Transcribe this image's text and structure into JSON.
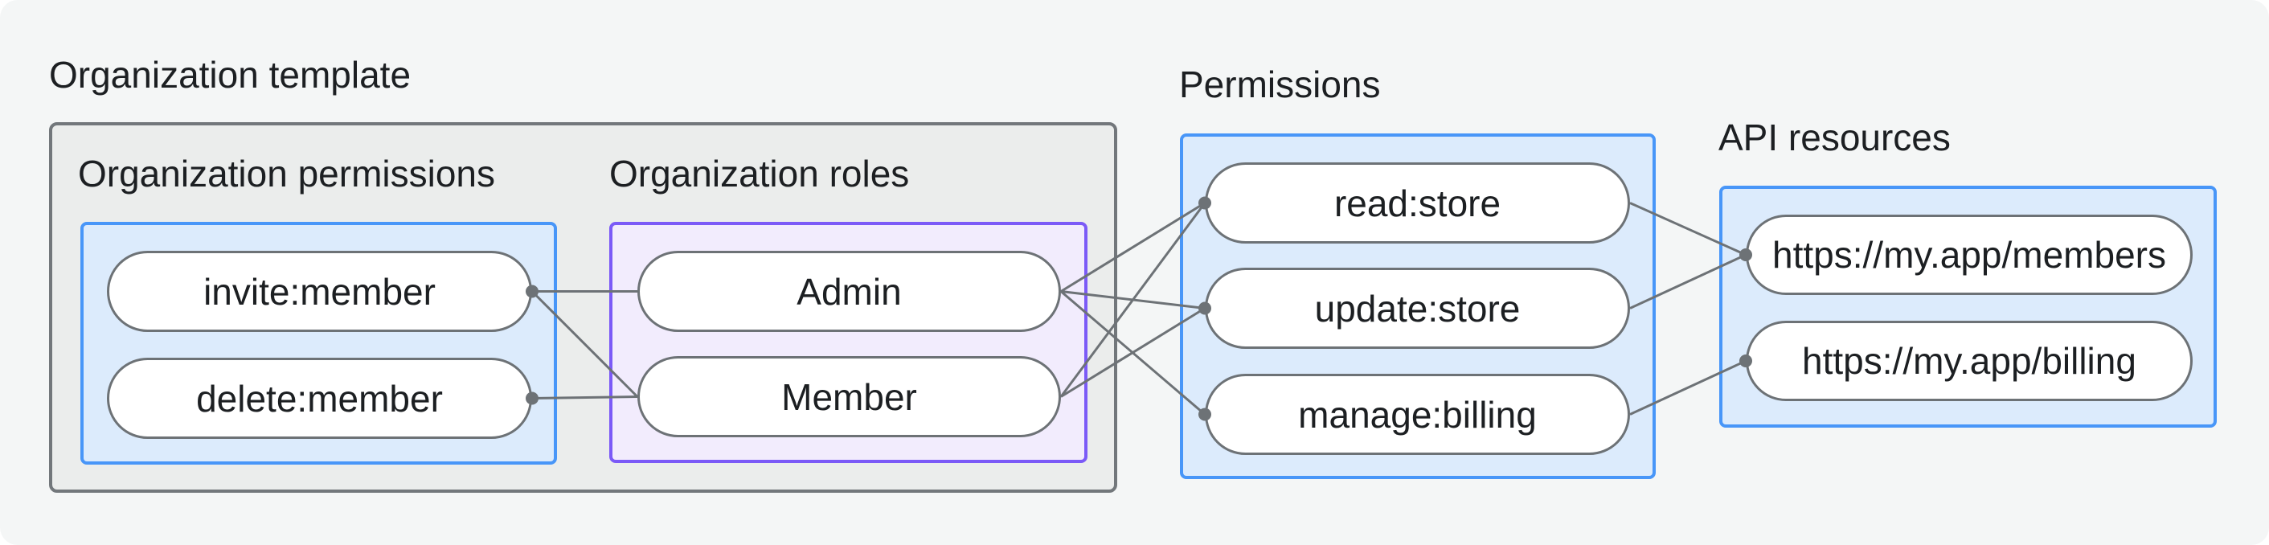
{
  "labels": {
    "org_template": "Organization template",
    "org_permissions": "Organization permissions",
    "org_roles": "Organization roles",
    "permissions": "Permissions",
    "api_resources": "API resources"
  },
  "nodes": {
    "invite": {
      "label": "invite:member"
    },
    "delete": {
      "label": "delete:member"
    },
    "admin": {
      "label": "Admin"
    },
    "member": {
      "label": "Member"
    },
    "read": {
      "label": "read:store"
    },
    "update": {
      "label": "update:store"
    },
    "manage": {
      "label": "manage:billing"
    },
    "members_api": {
      "label": "https://my.app/members"
    },
    "billing_api": {
      "label": "https://my.app/billing"
    }
  },
  "edges": [
    {
      "from": "invite",
      "to": "admin",
      "dot": "from"
    },
    {
      "from": "invite",
      "to": "member",
      "dot": "from"
    },
    {
      "from": "delete",
      "to": "member",
      "dot": "from"
    },
    {
      "from": "admin",
      "to": "read",
      "dot": "to"
    },
    {
      "from": "admin",
      "to": "update",
      "dot": "to"
    },
    {
      "from": "admin",
      "to": "manage",
      "dot": "to"
    },
    {
      "from": "member",
      "to": "read",
      "dot": "to"
    },
    {
      "from": "member",
      "to": "update",
      "dot": "to"
    },
    {
      "from": "read",
      "to": "members_api",
      "dot": "to"
    },
    {
      "from": "update",
      "to": "members_api",
      "dot": "to"
    },
    {
      "from": "manage",
      "to": "billing_api",
      "dot": "to"
    }
  ],
  "colors": {
    "background": "#f4f6f6",
    "group_gray_fill": "#ebedec",
    "group_gray_border": "#72777b",
    "group_blue_fill": "#dcebfc",
    "group_blue_border": "#4896f8",
    "group_purple_fill": "#f2ecfd",
    "group_purple_border": "#7b5af7",
    "pill_border": "#6d7276",
    "connector": "#6d7276",
    "text": "#1c1f22"
  },
  "connector_style": {
    "line_width": 3,
    "dot_radius": 8
  }
}
